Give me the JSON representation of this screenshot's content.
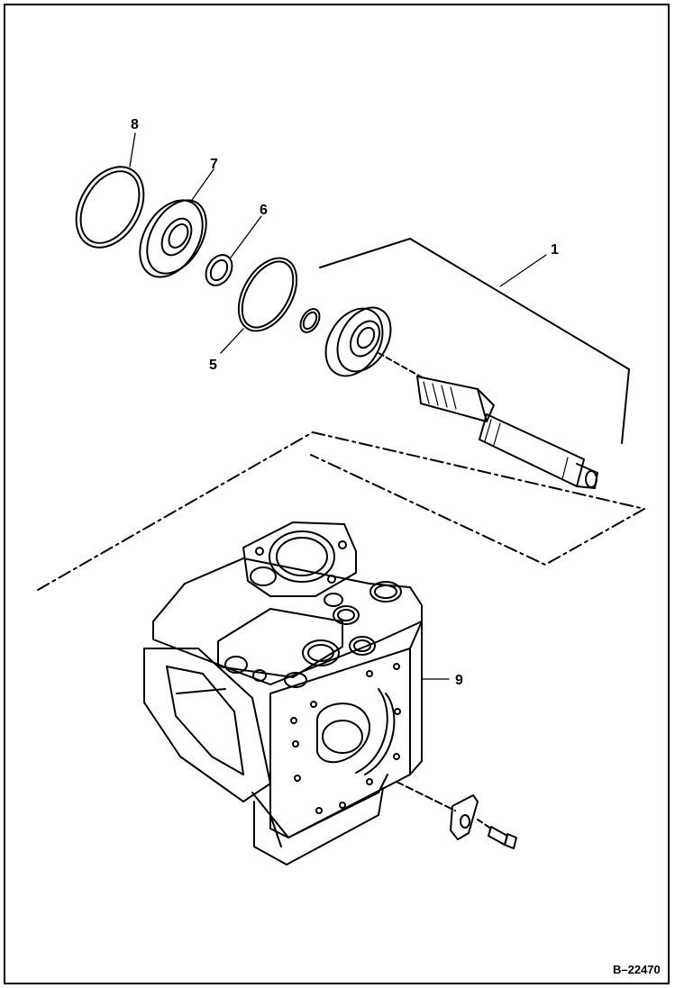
{
  "callouts": [
    {
      "id": "callout-1",
      "text": "1"
    },
    {
      "id": "callout-5",
      "text": "5"
    },
    {
      "id": "callout-6",
      "text": "6"
    },
    {
      "id": "callout-7",
      "text": "7"
    },
    {
      "id": "callout-8",
      "text": "8"
    },
    {
      "id": "callout-9",
      "text": "9"
    }
  ],
  "figure_ref": "B–22470",
  "colors": {
    "line": "#000000",
    "background": "#ffffff"
  }
}
